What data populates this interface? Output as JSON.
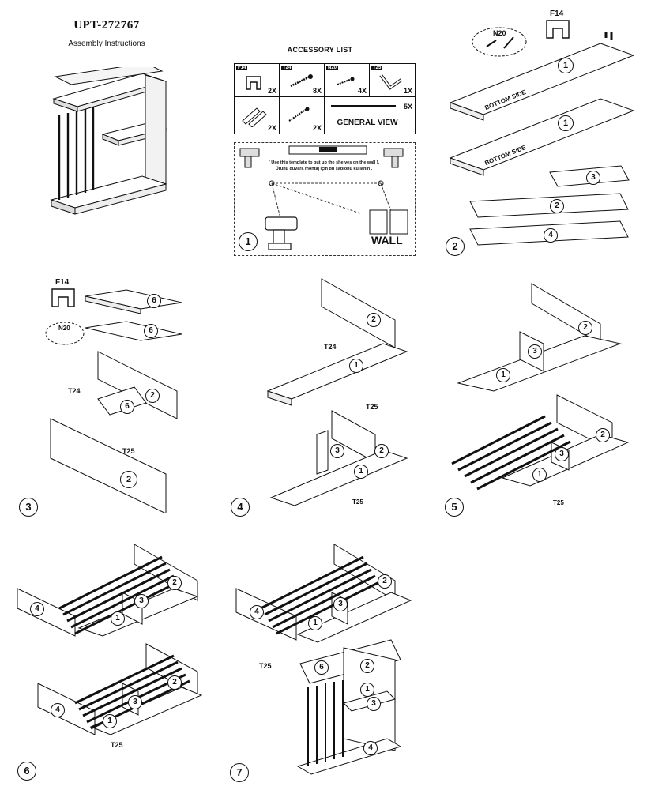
{
  "header": {
    "model": "UPT-272767",
    "subtitle": "Assembly Instructions"
  },
  "accessory_list": {
    "title": "ACCESSORY LIST",
    "items": [
      {
        "code": "F14",
        "qty": "2X"
      },
      {
        "code": "T24",
        "qty": "8X"
      },
      {
        "code": "N20",
        "qty": "4X"
      },
      {
        "code": "T25",
        "qty": "1X"
      },
      {
        "code": "",
        "qty": "2X"
      },
      {
        "code": "",
        "qty": "2X"
      },
      {
        "code": "",
        "qty": "5X"
      }
    ],
    "general_view": "GENERAL VIEW"
  },
  "step1": {
    "number": "1",
    "note_line1": "( Use this template to put up the shelves on the wall ).",
    "note_line2": "Ürünü duvara montaj için bu şablonu kullanın .",
    "wall_label": "WALL"
  },
  "step2": {
    "number": "2",
    "f14": "F14",
    "n20": "N20",
    "bottom_side": "BOTTOM SIDE",
    "parts": [
      "1",
      "1",
      "3",
      "2",
      "4"
    ]
  },
  "step3": {
    "number": "3",
    "f14": "F14",
    "n20": "N20",
    "t24": "T24",
    "t25": "T25",
    "parts": [
      "6",
      "6",
      "2",
      "6",
      "2"
    ]
  },
  "step4": {
    "number": "4",
    "t24": "T24",
    "t25": "T25",
    "t25b": "T25",
    "parts": [
      "2",
      "1",
      "3",
      "2",
      "1"
    ]
  },
  "step5": {
    "number": "5",
    "t25": "T25",
    "parts": [
      "2",
      "3",
      "1",
      "2",
      "3",
      "1"
    ]
  },
  "step6": {
    "number": "6",
    "t25": "T25",
    "parts": [
      "4",
      "3",
      "1",
      "2",
      "4",
      "3",
      "1",
      "2"
    ]
  },
  "step7": {
    "number": "7",
    "t25": "T25",
    "parts": [
      "4",
      "3",
      "1",
      "2",
      "6",
      "2",
      "1",
      "3",
      "4"
    ]
  }
}
